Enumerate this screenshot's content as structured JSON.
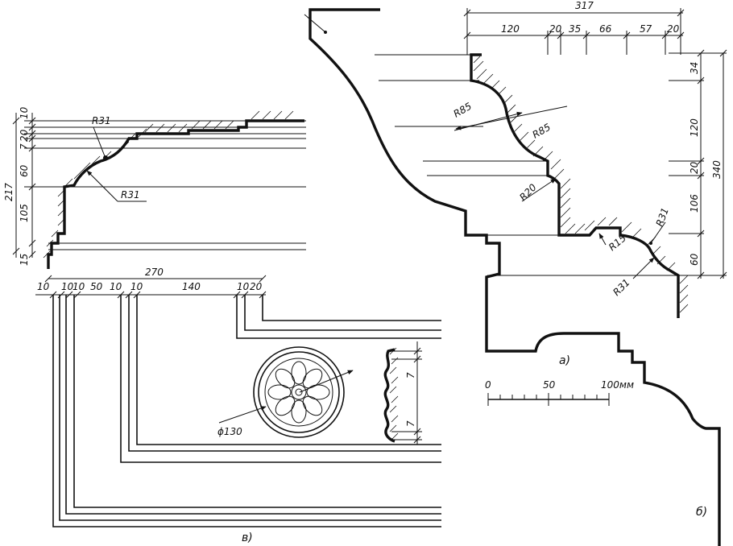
{
  "panel_a": {
    "label": "а)",
    "overall_width": "317",
    "top_segments": [
      "120",
      "20",
      "35",
      "66",
      "57",
      "20"
    ],
    "right_segments": [
      "34",
      "120",
      "20",
      "106",
      "60"
    ],
    "overall_height": "340",
    "radii": {
      "upper_left": "R85",
      "upper_right": "R85",
      "mid": "R20",
      "small": "R15",
      "lower_a": "R31",
      "lower_b": "R31"
    }
  },
  "panel_b": {
    "label": "б)",
    "scale": {
      "zero": "0",
      "mid": "50",
      "end": "100мм"
    }
  },
  "panel_v": {
    "label": "в)",
    "overall_width": "270",
    "bottom_segments": [
      "10",
      "10",
      "10",
      "50",
      "10",
      "10",
      "140",
      "10",
      "20"
    ],
    "left_segments": [
      "10",
      "20",
      "7",
      "60",
      "105",
      "15"
    ],
    "overall_height": "217",
    "radius_top": "R31",
    "radius_bottom": "R31",
    "rosette_diameter": "ϕ130",
    "bead_top": "7",
    "bead_bottom": "7"
  }
}
